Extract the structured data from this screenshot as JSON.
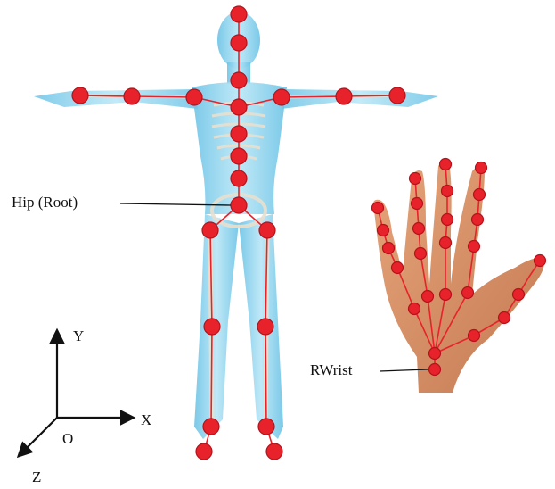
{
  "labels": {
    "hip_root": "Hip (Root)",
    "rwrist": "RWrist",
    "axis_y": "Y",
    "axis_x": "X",
    "axis_z": "Z",
    "axis_origin": "O"
  },
  "colors": {
    "joint": "#e8222b",
    "body_shell": "#8fd3ee",
    "skin": "#d9946a",
    "bone": "#e8e0cf"
  }
}
